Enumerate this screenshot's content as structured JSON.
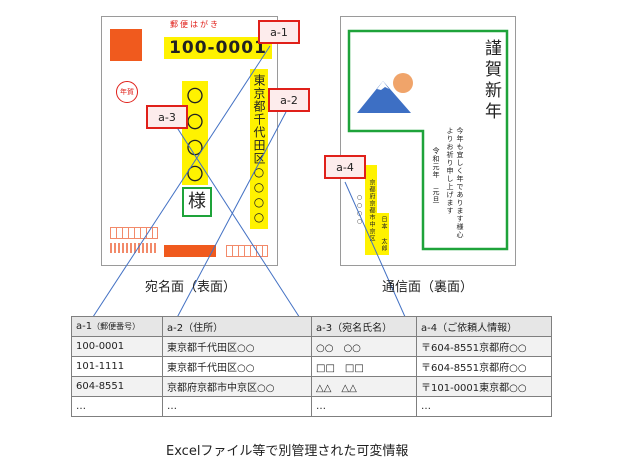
{
  "front": {
    "header": "郵便はがき",
    "postal_code": "100-0001",
    "address": "東京都千代田区○○○○",
    "recipient_circles": [
      "〇",
      "〇",
      "〇",
      "〇"
    ],
    "honorific": "様",
    "stamp": "年賀"
  },
  "back": {
    "greeting_title": "謹賀新年",
    "greeting_body": "今年も宜しく年であります様心よりお祈り申し上げます",
    "greeting_date": "令和元年 元旦",
    "sender_address": "京都府京都市中京区○○○○",
    "sender_name": "日本 太郎"
  },
  "labels": {
    "a1": "a-1",
    "a2": "a-2",
    "a3": "a-3",
    "a4": "a-4"
  },
  "captions": {
    "front": "宛名面（表面）",
    "back": "通信面（裏面）",
    "footer": "Excelファイル等で別管理された可変情報"
  },
  "table": {
    "headers": [
      {
        "id": "a-1",
        "sub": "（郵便番号）"
      },
      {
        "id": "a-2",
        "sub": "（住所）"
      },
      {
        "id": "a-3",
        "sub": "（宛名氏名）"
      },
      {
        "id": "a-4",
        "sub": "（ご依頼人情報）"
      }
    ],
    "rows": [
      [
        "100-0001",
        "東京都千代田区○○",
        "○○　○○",
        "〒604-8551京都府○○"
      ],
      [
        "101-1111",
        "東京都千代田区○○",
        "□□　□□",
        "〒604-8551京都府○○"
      ],
      [
        "604-8551",
        "京都府京都市中京区○○",
        "△△　△△",
        "〒101-0001東京都○○"
      ],
      [
        "…",
        "…",
        "…",
        "…"
      ]
    ]
  },
  "colors": {
    "accent_red": "#e0201a",
    "line_blue": "#4472c4",
    "highlight": "#fff200",
    "frame_green": "#1ea33a",
    "stamp_orange": "#f05a1e"
  }
}
